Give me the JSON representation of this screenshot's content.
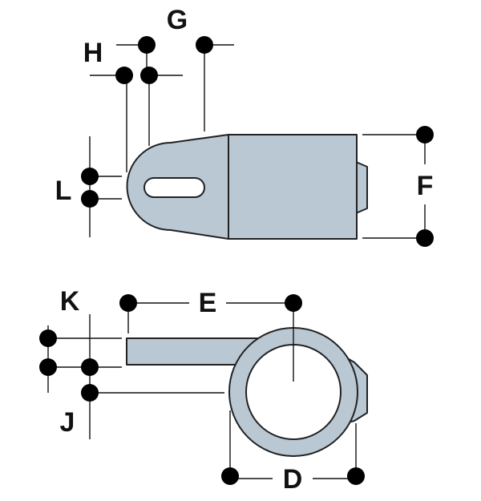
{
  "diagram": {
    "colors": {
      "part_fill": "#b9c8d3",
      "outline": "#222222",
      "dimension": "#111111"
    },
    "labels": {
      "G": "G",
      "H": "H",
      "L": "L",
      "F": "F",
      "K": "K",
      "E": "E",
      "J": "J",
      "D": "D"
    }
  }
}
